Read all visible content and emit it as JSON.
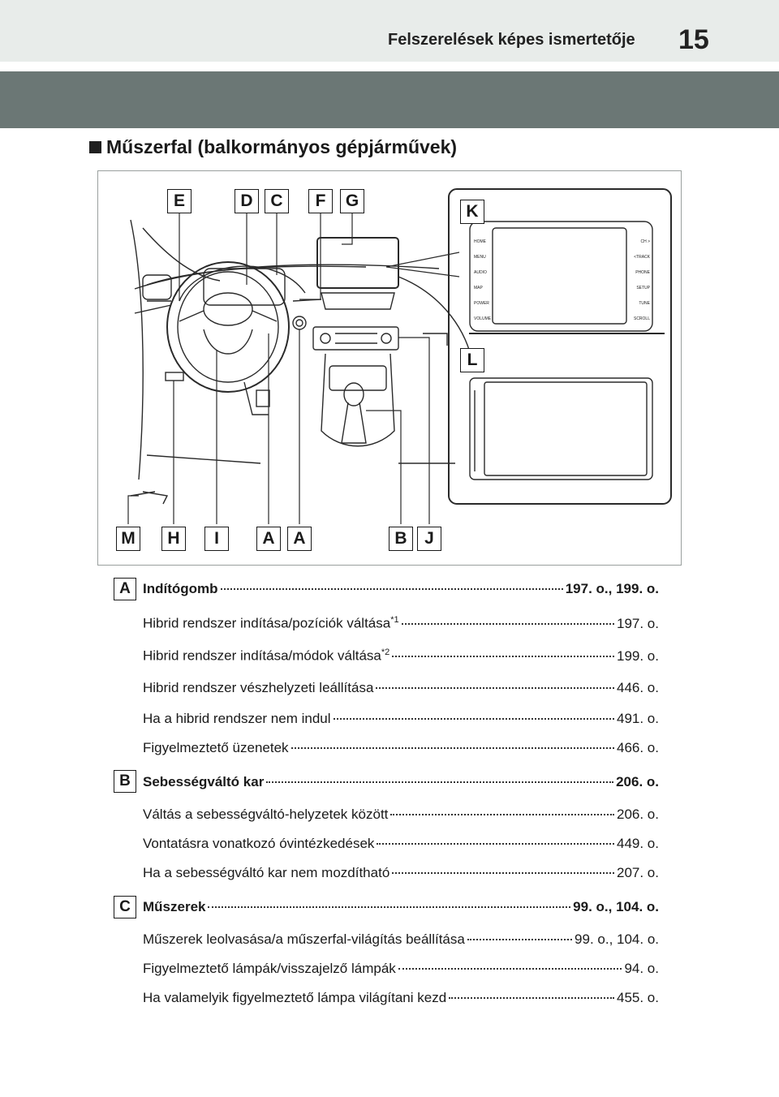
{
  "header": {
    "title": "Felszerelések képes ismertetője",
    "page_number": "15"
  },
  "section": {
    "title": "Műszerfal (balkormányos gépjárművek)"
  },
  "figure": {
    "callouts_top": [
      "E",
      "D",
      "C",
      "F",
      "G"
    ],
    "callouts_bottom": [
      "M",
      "H",
      "I",
      "A",
      "A",
      "B",
      "J"
    ],
    "panel_labels": [
      "K",
      "L"
    ],
    "screen_buttons_left": [
      "HOME",
      "MENU",
      "AUDIO",
      "MAP",
      "POWER VOLUME"
    ],
    "screen_buttons_right": [
      "CH >",
      "<TRACK",
      "PHONE",
      "SETUP",
      "TUNE SCROLL"
    ]
  },
  "entries": [
    {
      "badge": "A",
      "title": "Indítógomb",
      "ref": "197. o., 199. o.",
      "items": [
        {
          "text": "Hibrid rendszer indítása/pozíciók váltása",
          "sup": "*1",
          "ref": "197. o."
        },
        {
          "text": "Hibrid rendszer indítása/módok váltása",
          "sup": "*2",
          "ref": "199. o."
        },
        {
          "text": "Hibrid rendszer vészhelyzeti leállítása",
          "sup": "",
          "ref": "446. o."
        },
        {
          "text": "Ha a hibrid rendszer nem indul",
          "sup": "",
          "ref": "491. o."
        },
        {
          "text": "Figyelmeztető üzenetek",
          "sup": "",
          "ref": "466. o."
        }
      ]
    },
    {
      "badge": "B",
      "title": "Sebességváltó kar",
      "ref": "206. o.",
      "items": [
        {
          "text": "Váltás a sebességváltó-helyzetek között",
          "sup": "",
          "ref": "206. o."
        },
        {
          "text": "Vontatásra vonatkozó óvintézkedések",
          "sup": "",
          "ref": "449. o."
        },
        {
          "text": "Ha a sebességváltó kar nem mozdítható",
          "sup": "",
          "ref": "207. o."
        }
      ]
    },
    {
      "badge": "C",
      "title": "Műszerek",
      "ref": "99. o., 104. o.",
      "items": [
        {
          "text": "Műszerek leolvasása/a műszerfal-világítás beállítása",
          "sup": "",
          "ref": "99. o., 104. o."
        },
        {
          "text": "Figyelmeztető lámpák/visszajelző lámpák",
          "sup": "",
          "ref": "94. o."
        },
        {
          "text": "Ha valamelyik figyelmeztető lámpa világítani kezd",
          "sup": "",
          "ref": "455. o."
        }
      ]
    }
  ]
}
